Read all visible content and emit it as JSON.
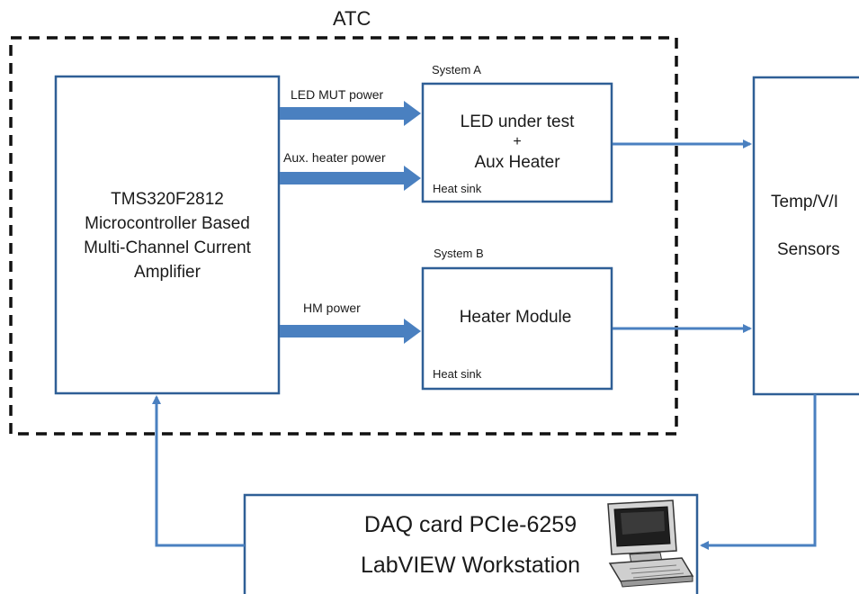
{
  "diagram": {
    "atc_label": "ATC",
    "mcu": {
      "line1": "TMS320F2812",
      "line2": "Microcontroller Based",
      "line3": "Multi-Channel Current",
      "line4": "Amplifier"
    },
    "system_a": {
      "label": "System A",
      "line1": "LED under test",
      "line2": "+",
      "line3": "Aux Heater",
      "heat_sink": "Heat sink"
    },
    "system_b": {
      "label": "System B",
      "title": "Heater Module",
      "heat_sink": "Heat sink"
    },
    "sensors": {
      "line1": "Temp/V/I",
      "line2": "Sensors"
    },
    "daq": {
      "line1": "DAQ card PCIe-6259",
      "line2": "LabVIEW Workstation"
    },
    "arrows": {
      "led_power": "LED MUT power",
      "aux_power": "Aux. heater power",
      "hm_power": "HM power"
    },
    "colors": {
      "box_stroke": "#2f5f96",
      "arrow": "#4a80c0",
      "dashed": "#111111"
    }
  }
}
